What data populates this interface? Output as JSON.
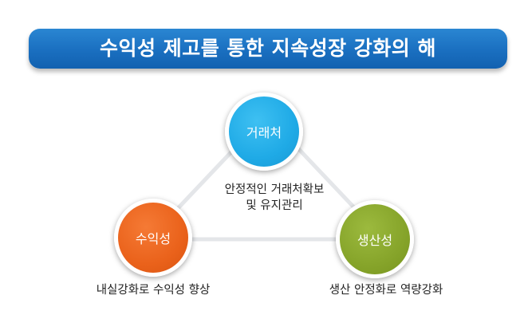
{
  "title": "수익성 제고를 통한 지속성장 강화의 해",
  "nodes": {
    "partner": "거래처",
    "profitability": "수익성",
    "productivity": "생산성"
  },
  "captions": {
    "partner_line1": "안정적인 거래처확보",
    "partner_line2": "및 유지관리",
    "profitability": "내실강화로 수익성 향상",
    "productivity": "생산 안정화로 역량강화"
  },
  "colors": {
    "banner": "#1a6fc0",
    "partner": "#1faae6",
    "profitability": "#ea621b",
    "productivity": "#86a42a",
    "connector": "#e4e6e9"
  }
}
